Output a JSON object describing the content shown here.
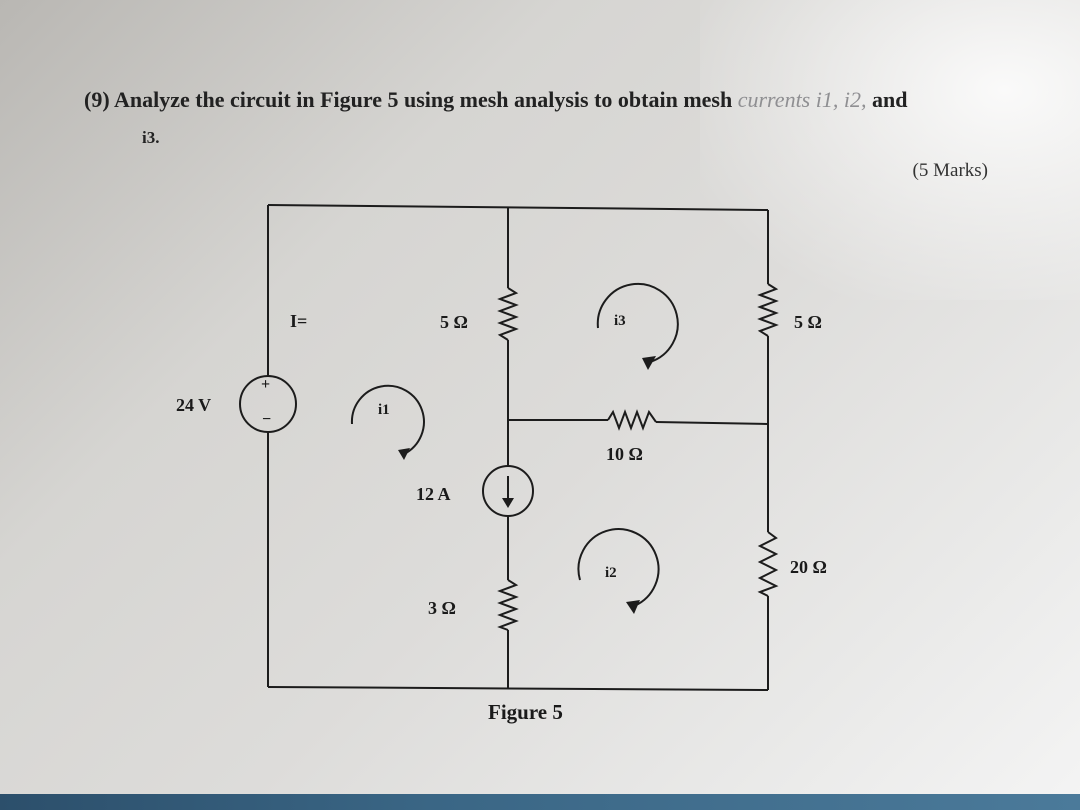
{
  "question": {
    "number": "(9)",
    "text": "Analyze the circuit in Figure 5 using mesh analysis to obtain mesh",
    "faded_text": "currents i1, i2,",
    "and_text": "and",
    "i3_text": "i3."
  },
  "marks": "(5 Marks)",
  "circuit": {
    "source_voltage": "24 V",
    "source_plus": "+",
    "source_minus": "−",
    "current_marker": "I=",
    "r_top_middle": "5 Ω",
    "r_top_right": "5 Ω",
    "r_middle": "10 Ω",
    "r_bottom_right": "20 Ω",
    "r_bottom_middle": "3 Ω",
    "current_source": "12 A",
    "mesh1": "i1",
    "mesh2": "i2",
    "mesh3": "i3"
  },
  "caption": "Figure 5",
  "colors": {
    "wire": "#1c1c1c",
    "mesh_text": "#b03020"
  }
}
